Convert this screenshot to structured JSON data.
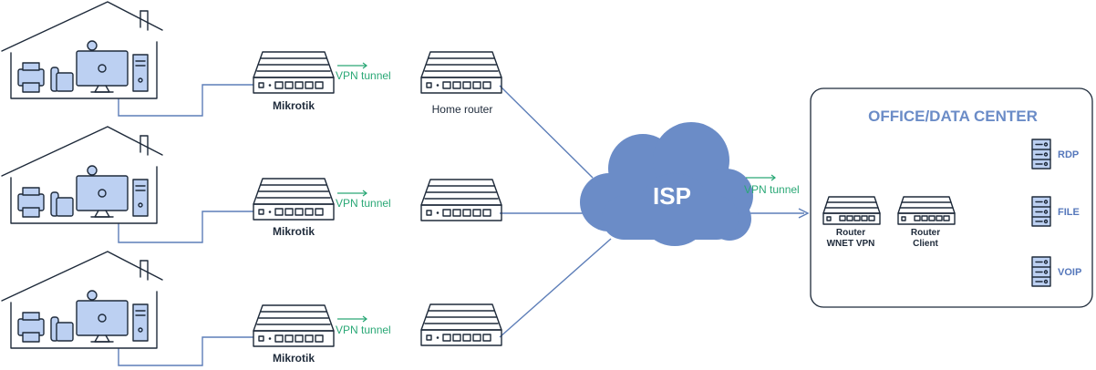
{
  "homes": [
    {
      "router_label": "Mikrotik",
      "tunnel_label": "VPN tunnel",
      "isp_router_label": "Home router"
    },
    {
      "router_label": "Mikrotik",
      "tunnel_label": "VPN tunnel",
      "isp_router_label": ""
    },
    {
      "router_label": "Mikrotik",
      "tunnel_label": "VPN tunnel",
      "isp_router_label": ""
    }
  ],
  "isp": {
    "label": "ISP"
  },
  "isp_tunnel_label": "VPN tunnel",
  "office": {
    "title": "OFFICE/DATA CENTER",
    "routers": [
      {
        "line1": "Router",
        "line2": "WNET VPN"
      },
      {
        "line1": "Router",
        "line2": "Client"
      }
    ],
    "services": [
      "RDP",
      "FILE",
      "VOIP"
    ]
  },
  "colors": {
    "accent_blue": "#6b8cc7",
    "tunnel_green": "#2aa876",
    "cloud": "#6b8cc7",
    "light_fill": "#bcd0f2"
  }
}
